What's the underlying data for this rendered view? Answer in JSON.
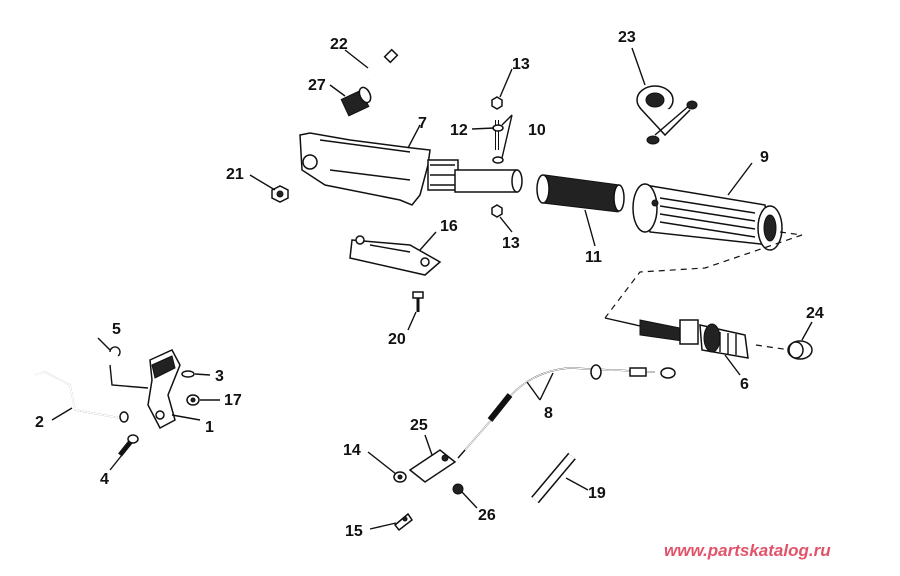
{
  "diagram": {
    "callouts": [
      {
        "id": "c1",
        "text": "1"
      },
      {
        "id": "c2",
        "text": "2"
      },
      {
        "id": "c3",
        "text": "3"
      },
      {
        "id": "c4",
        "text": "4"
      },
      {
        "id": "c5",
        "text": "5"
      },
      {
        "id": "c6",
        "text": "6"
      },
      {
        "id": "c7",
        "text": "7"
      },
      {
        "id": "c8",
        "text": "8"
      },
      {
        "id": "c9",
        "text": "9"
      },
      {
        "id": "c10",
        "text": "10"
      },
      {
        "id": "c11",
        "text": "11"
      },
      {
        "id": "c12",
        "text": "12"
      },
      {
        "id": "c13a",
        "text": "13"
      },
      {
        "id": "c13b",
        "text": "13"
      },
      {
        "id": "c14",
        "text": "14"
      },
      {
        "id": "c15",
        "text": "15"
      },
      {
        "id": "c16",
        "text": "16"
      },
      {
        "id": "c17",
        "text": "17"
      },
      {
        "id": "c19",
        "text": "19"
      },
      {
        "id": "c20",
        "text": "20"
      },
      {
        "id": "c21",
        "text": "21"
      },
      {
        "id": "c22",
        "text": "22"
      },
      {
        "id": "c23",
        "text": "23"
      },
      {
        "id": "c24",
        "text": "24"
      },
      {
        "id": "c25",
        "text": "25"
      },
      {
        "id": "c26",
        "text": "26"
      },
      {
        "id": "c27",
        "text": "27"
      }
    ]
  },
  "watermark": "www.partskatalog.ru",
  "colors": {
    "ink": "#111111",
    "watermark": "#e2536a",
    "background": "#ffffff"
  }
}
